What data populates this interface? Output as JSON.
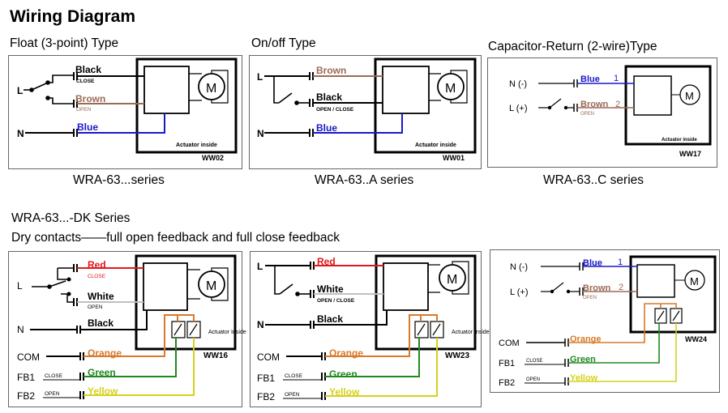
{
  "page": {
    "title": "Wiring Diagram",
    "section_headers": {
      "float": "Float (3-point) Type",
      "onoff": "On/off Type",
      "capacitor": "Capacitor-Return (2-wire)Type",
      "dk_series": "WRA-63...-DK  Series",
      "dry_contacts": "Dry contacts——full open feedback and full close feedback"
    },
    "series_labels": {
      "float": "WRA-63...series",
      "onoff": "WRA-63..A series",
      "capacitor": "WRA-63..C series"
    }
  },
  "diagrams": {
    "ww02": {
      "code": "WW02",
      "actuator": "Actuator inside",
      "motor": "M",
      "terminals": {
        "l": "L",
        "n": "N"
      },
      "wires": {
        "black": "Black",
        "black_sub": "CLOSE",
        "brown": "Brown",
        "brown_sub": "OPEN",
        "blue": "Blue"
      }
    },
    "ww01": {
      "code": "WW01",
      "actuator": "Actuator inside",
      "motor": "M",
      "terminals": {
        "l": "L",
        "n": "N"
      },
      "wires": {
        "brown": "Brown",
        "black": "Black",
        "black_sub": "OPEN / CLOSE",
        "blue": "Blue"
      }
    },
    "ww17": {
      "code": "WW17",
      "actuator": "Actuator inside",
      "motor": "M",
      "terminals": {
        "n": "N (-)",
        "l": "L (+)"
      },
      "wires": {
        "blue": "Blue",
        "blue_num": "1",
        "brown": "Brown",
        "brown_num": "2",
        "brown_sub": "OPEN"
      }
    },
    "ww16": {
      "code": "WW16",
      "actuator": "Actuator Inside",
      "motor": "M",
      "terminals": {
        "l": "L",
        "n": "N",
        "com": "COM",
        "fb1": "FB1",
        "fb1_sub": "CLOSE",
        "fb2": "FB2",
        "fb2_sub": "OPEN"
      },
      "wires": {
        "red": "Red",
        "red_sub": "CLOSE",
        "white": "White",
        "white_sub": "OPEN",
        "black": "Black",
        "orange": "Orange",
        "green": "Green",
        "yellow": "Yellow"
      }
    },
    "ww23": {
      "code": "WW23",
      "actuator": "Actuator Inside",
      "motor": "M",
      "terminals": {
        "l": "L",
        "n": "N",
        "com": "COM",
        "fb1": "FB1",
        "fb1_sub": "CLOSE",
        "fb2": "FB2",
        "fb2_sub": "OPEN"
      },
      "wires": {
        "red": "Red",
        "white": "White",
        "white_sub": "OPEN / CLOSE",
        "black": "Black",
        "orange": "Orange",
        "green": "Green",
        "yellow": "Yellow"
      }
    },
    "ww24": {
      "code": "WW24",
      "motor": "M",
      "terminals": {
        "n": "N (-)",
        "l": "L (+)",
        "com": "COM",
        "fb1": "FB1",
        "fb1_sub": "CLOSE",
        "fb2": "FB2",
        "fb2_sub": "OPEN"
      },
      "wires": {
        "blue": "Blue",
        "blue_num": "1",
        "brown": "Brown",
        "brown_num": "2",
        "brown_sub": "OPEN",
        "orange": "Orange",
        "green": "Green",
        "yellow": "Yellow"
      }
    }
  },
  "colors": {
    "black": "#000000",
    "brown": "#9b6a57",
    "blue": "#1a18c8",
    "red": "#e0181b",
    "orange": "#d97a2a",
    "green": "#1f8a1f",
    "yellow": "#d6d11c",
    "white_wire": "#bfbfbf"
  }
}
